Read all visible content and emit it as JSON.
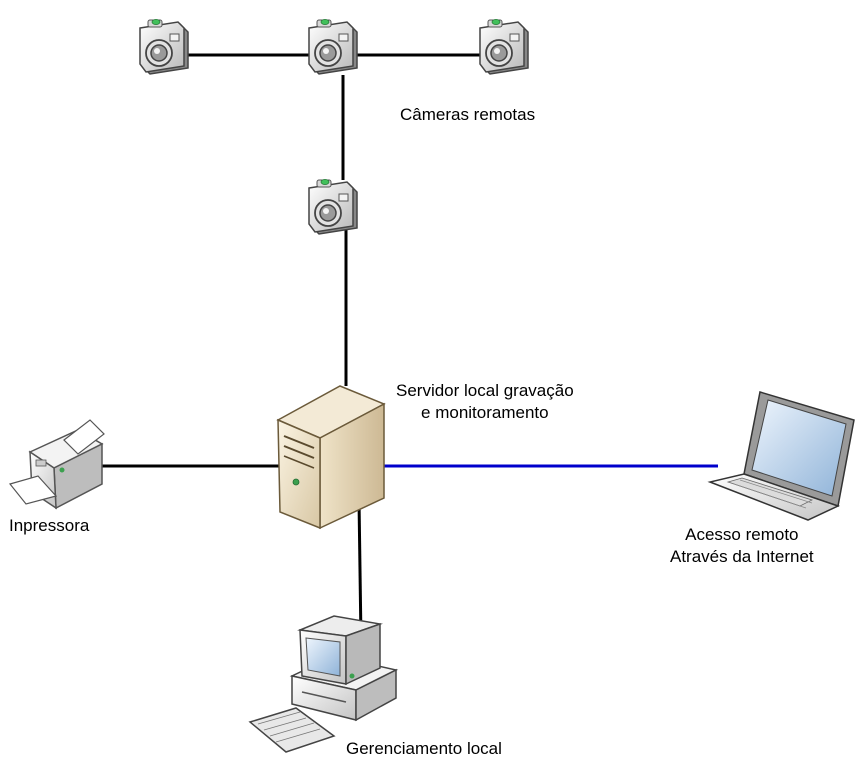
{
  "diagram": {
    "labels": {
      "cameras": "Câmeras remotas",
      "server_line1": "Servidor local gravação",
      "server_line2": "e monitoramento",
      "printer": "Inpressora",
      "remote_line1": "Acesso remoto",
      "remote_line2": "Através da Internet",
      "local_mgmt": "Gerenciamento local"
    },
    "icons": [
      "camera-icon",
      "server-tower-icon",
      "printer-icon",
      "laptop-icon",
      "desktop-computer-icon",
      "keyboard-icon"
    ],
    "colors": {
      "link": "#000000",
      "internet_link": "#0000cc",
      "server_case": "#e9dcc0",
      "screen": "#bcd6ee"
    }
  }
}
